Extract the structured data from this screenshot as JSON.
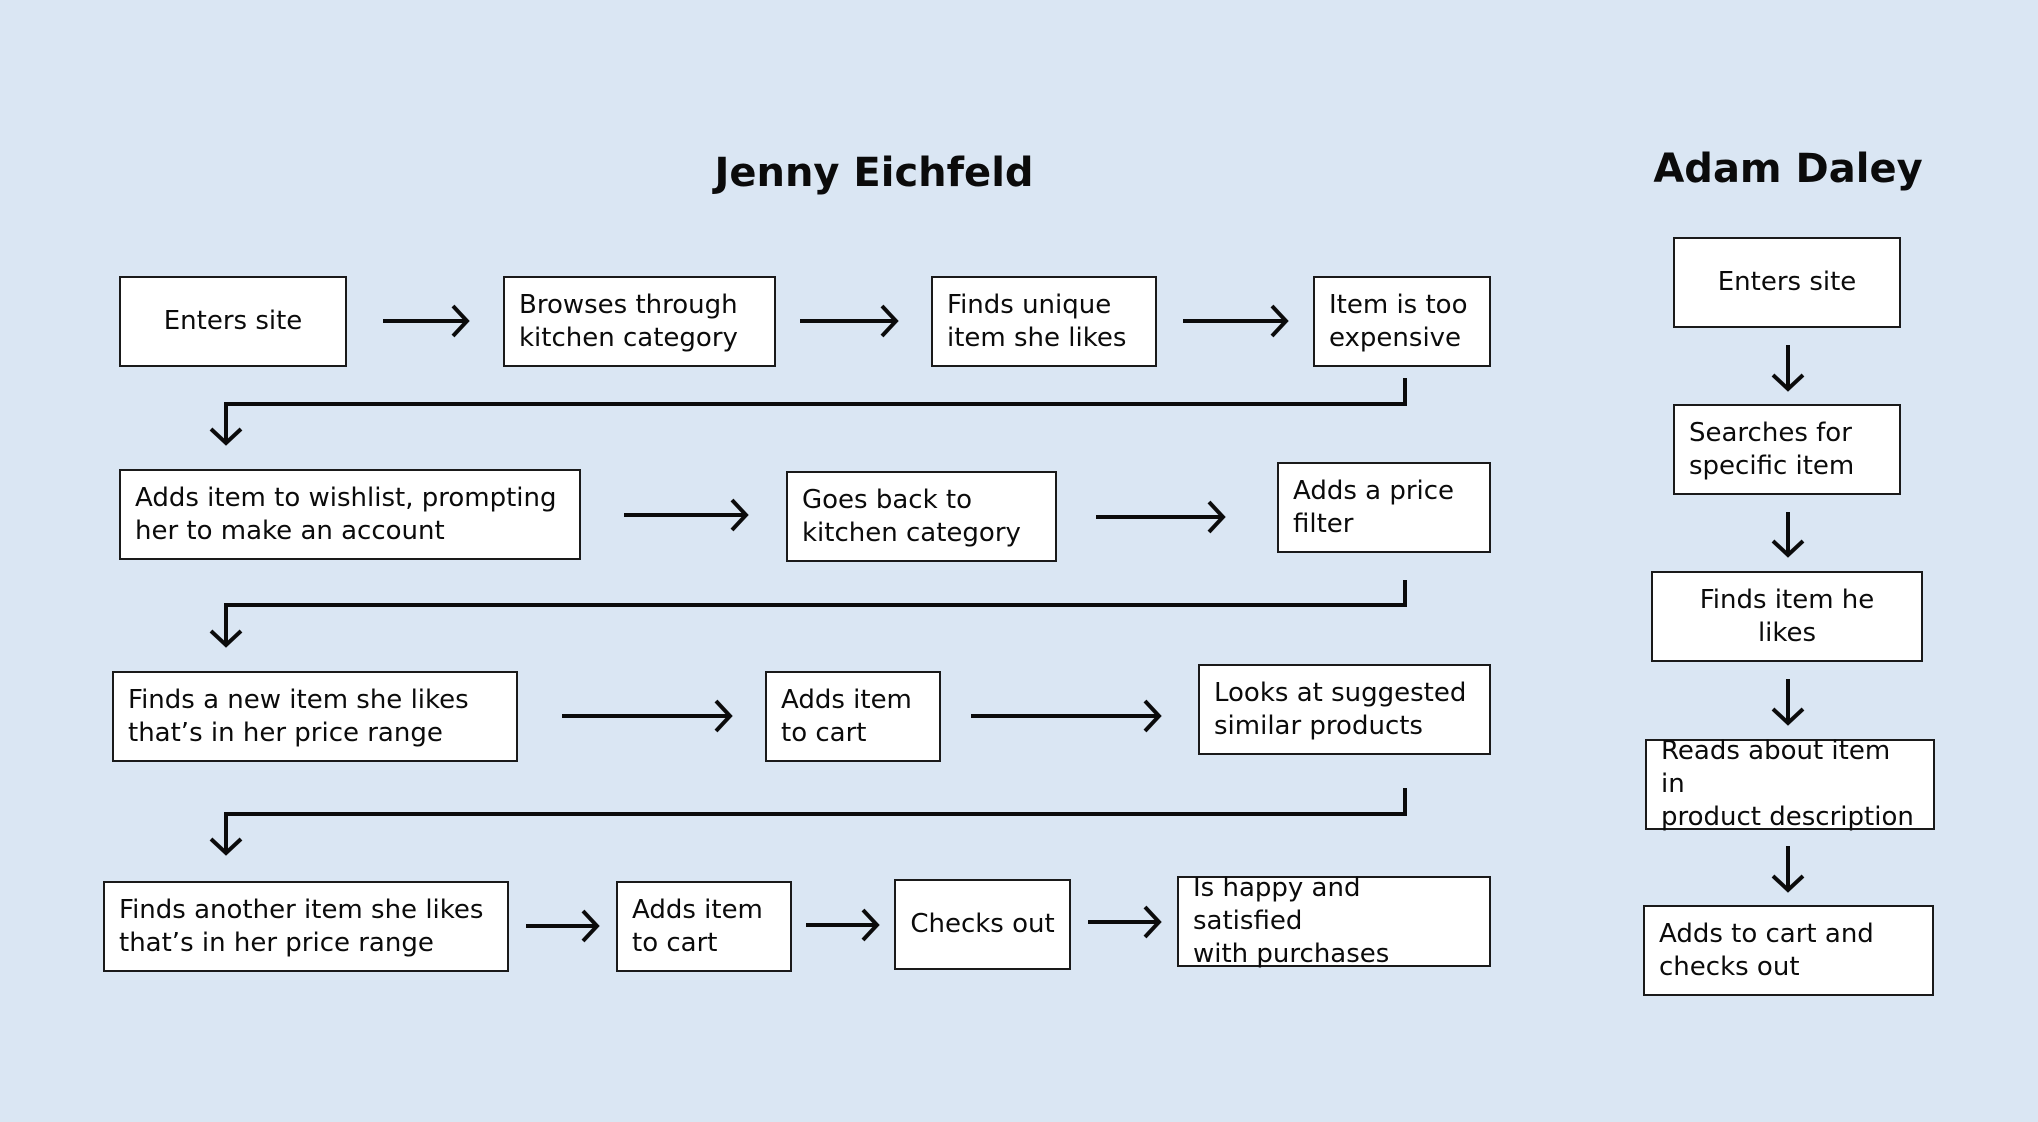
{
  "jenny": {
    "title": "Jenny Eichfeld",
    "steps": [
      "Enters site",
      "Browses through\nkitchen category",
      "Finds unique\nitem she likes",
      "Item is too\nexpensive",
      "Adds item to wishlist, prompting\nher to make an account",
      "Goes back to\nkitchen category",
      "Adds a price\nfilter",
      "Finds a new item she likes\nthat’s in her price range",
      "Adds item\nto cart",
      "Looks at suggested\nsimilar products",
      "Finds another item she likes\nthat’s in her price range",
      "Adds item\nto cart",
      "Checks out",
      "Is happy and satisfied\nwith purchases"
    ]
  },
  "adam": {
    "title": "Adam Daley",
    "steps": [
      "Enters site",
      "Searches for\nspecific item",
      "Finds item he likes",
      "Reads about item in\nproduct description",
      "Adds to cart and\nchecks out"
    ]
  }
}
